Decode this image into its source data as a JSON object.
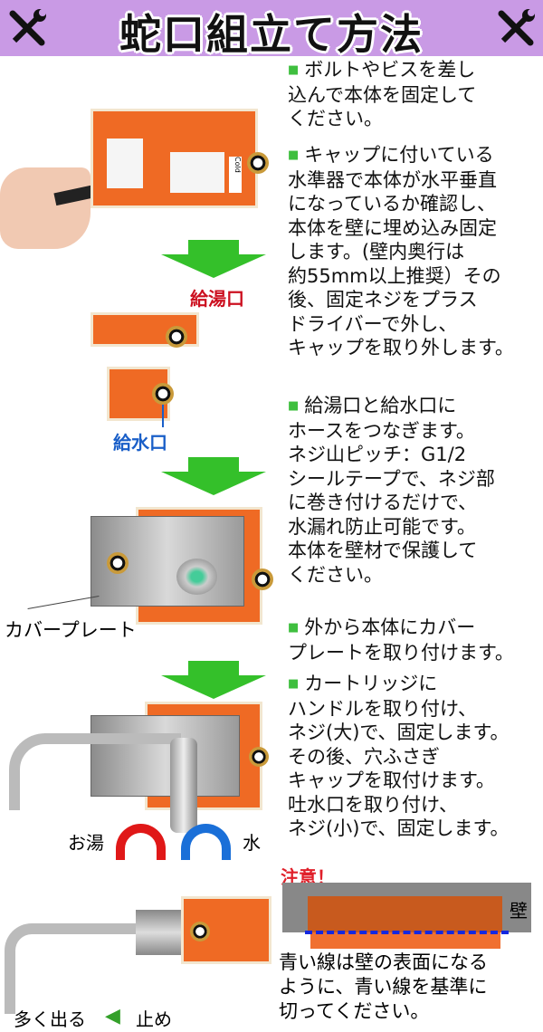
{
  "header": {
    "title": "蛇口組立て方法",
    "left_icon": "tools-icon",
    "right_icon": "tools-icon",
    "bg": "#c99ae5"
  },
  "steps": [
    {
      "lines": [
        "ボルトやビスを差し",
        "込んで本体を固定して",
        "ください。"
      ]
    },
    {
      "lines": [
        "キャップに付いている",
        "水準器で本体が水平垂直",
        "になっているか確認し、",
        "本体を壁に埋め込み固定",
        "します。(壁内奥行は",
        "約55mm以上推奨）その",
        "後、固定ネジをプラス",
        "ドライバーで外し、",
        "キャップを取り外します。"
      ]
    },
    {
      "lines": [
        "給湯口と給水口に",
        "ホースをつなぎます。",
        "ネジ山ピッチ：G1/2",
        "シールテープで、ネジ部",
        "に巻き付けるだけで、",
        "水漏れ防止可能です。",
        "本体を壁材で保護して",
        "ください。"
      ]
    },
    {
      "lines": [
        "外から本体にカバー",
        "プレートを取り付けます。"
      ]
    },
    {
      "lines": [
        "カートリッジに",
        "ハンドルを取り付け、",
        "ネジ(大)で、固定します。",
        "その後、穴ふさぎ",
        "キャップを取付けます。",
        "吐水口を取り付け、",
        "ネジ(小)で、固定します。"
      ]
    }
  ],
  "labels": {
    "hot_inlet": "給湯口",
    "cold_inlet": "給水口",
    "cover_plate": "カバープレート",
    "hot": "お湯",
    "cold": "水",
    "more": "多く出る",
    "stop": "止め",
    "cold_tag": "Cold"
  },
  "caution": {
    "title": "注意！",
    "wall": "壁",
    "text": [
      "青い線は壁の表面になる",
      "ように、青い線を基準に",
      "切ってください。"
    ]
  },
  "colors": {
    "accent_green": "#34c02a",
    "hot_red": "#cc1020",
    "cold_blue": "#1a5fc8"
  }
}
